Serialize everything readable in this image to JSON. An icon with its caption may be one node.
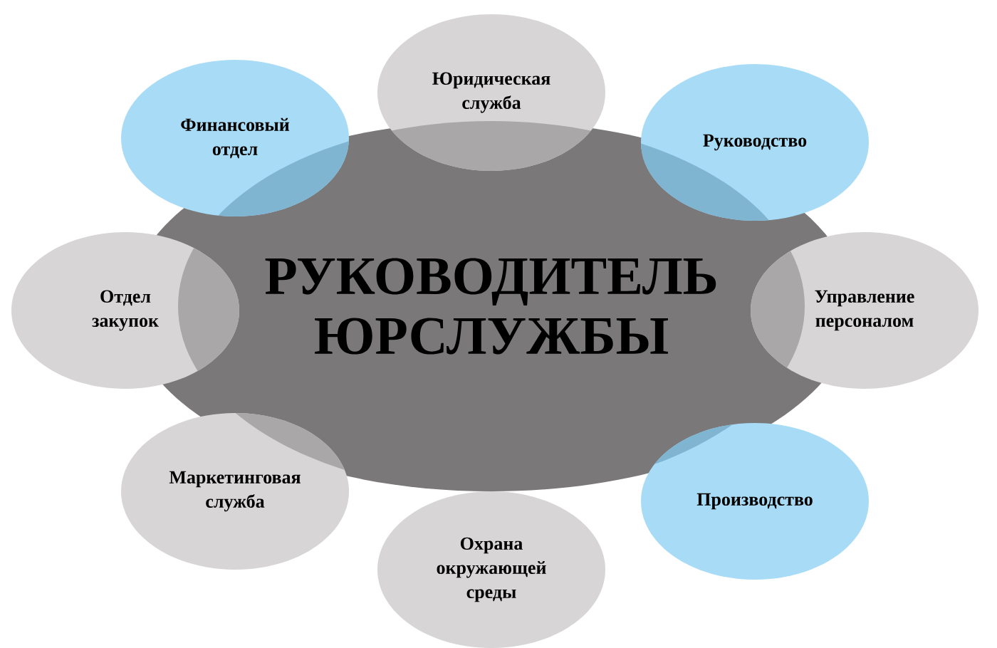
{
  "diagram": {
    "nodes": [
      {
        "text": [
          "РУКОВОДИТЕЛЬ ЮРСЛУЖБЫ"
        ]
      },
      {
        "text": [
          "Юридическая служба"
        ]
      },
      {
        "text": [
          "Руководство"
        ]
      },
      {
        "text": [
          "Управление персоналом"
        ]
      },
      {
        "text": [
          "Производство"
        ]
      },
      {
        "text": [
          "Охрана окружающей среды"
        ]
      },
      {
        "text": [
          "Маркетинговая служба"
        ]
      },
      {
        "text": [
          "Отдел закупок"
        ]
      },
      {
        "text": [
          "Финансовый отдел"
        ]
      }
    ]
  }
}
